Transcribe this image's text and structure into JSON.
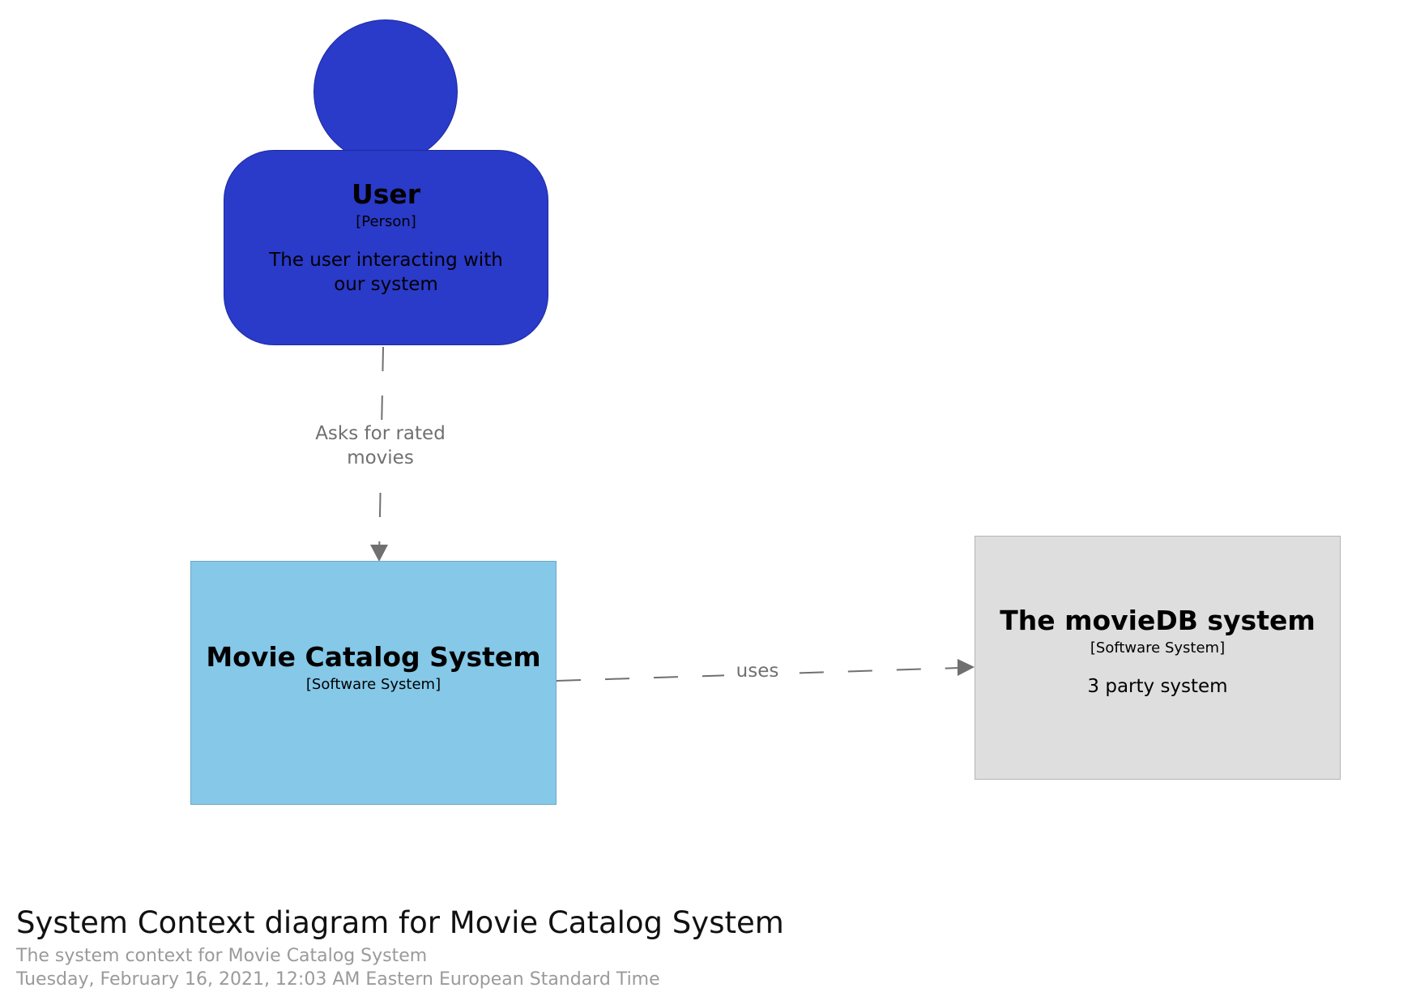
{
  "diagram": {
    "title": "System Context diagram for Movie Catalog System",
    "description": "The system context for Movie Catalog System",
    "date": "Tuesday, February 16, 2021, 12:03 AM Eastern European Standard Time"
  },
  "elements": {
    "user": {
      "name": "User",
      "type": "[Person]",
      "description": "The user interacting with our system",
      "color": "#2a3ac9"
    },
    "catalog": {
      "name": "Movie Catalog System",
      "type": "[Software System]",
      "color": "#85c8e8"
    },
    "moviedb": {
      "name": "The movieDB system",
      "type": "[Software System]",
      "description": "3 party system",
      "color": "#dedede"
    }
  },
  "relationships": {
    "user_to_catalog": {
      "label": "Asks for rated movies"
    },
    "catalog_to_moviedb": {
      "label": "uses"
    }
  },
  "colors": {
    "relationship_line": "#707070"
  }
}
